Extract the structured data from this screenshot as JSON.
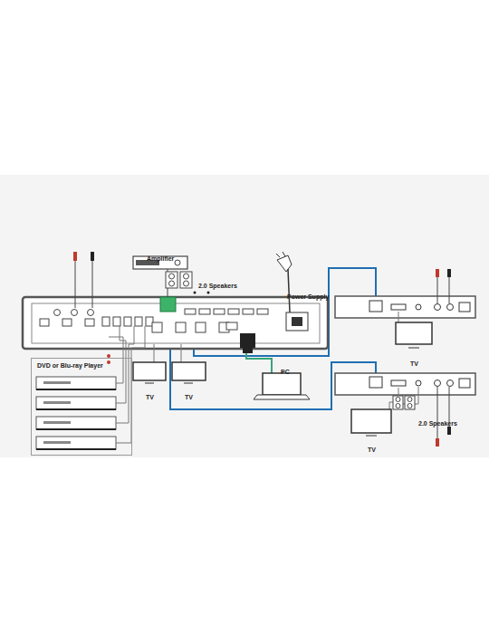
{
  "diagram": {
    "nodes": [
      {
        "text": [
          "Amplifier"
        ]
      },
      {
        "text": [
          "2.0 Speakers"
        ]
      },
      {
        "text": [
          "Power Supply"
        ]
      },
      {
        "text": [
          "DVD or Blu-ray Player"
        ]
      },
      {
        "text": [
          "TV"
        ]
      },
      {
        "text": [
          "TV"
        ]
      },
      {
        "text": [
          "PC"
        ]
      },
      {
        "text": [
          "TV"
        ]
      },
      {
        "text": [
          "2.0 Speakers"
        ]
      },
      {
        "text": [
          "TV"
        ]
      }
    ]
  }
}
